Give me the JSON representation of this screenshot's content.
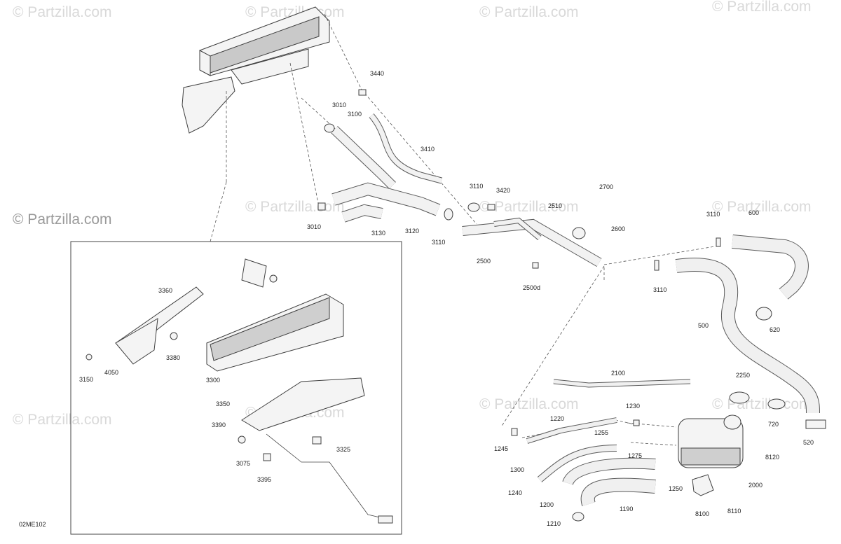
{
  "watermark": "© Partzilla.com",
  "diagram_code": "02ME102",
  "labels": [
    "3440",
    "3010",
    "3100",
    "3410",
    "3110",
    "3420",
    "2510",
    "2700",
    "2600",
    "3010",
    "3130",
    "3120",
    "3110",
    "2500",
    "2500d",
    "3110",
    "600",
    "3110",
    "500",
    "620",
    "2100",
    "2250",
    "1230",
    "1220",
    "1255",
    "1275",
    "1245",
    "1300",
    "1250",
    "2000",
    "8120",
    "720",
    "520",
    "1240",
    "1200",
    "1190",
    "8100",
    "8110",
    "1210",
    "3360",
    "3380",
    "3150",
    "4050",
    "3300",
    "3350",
    "3390",
    "3325",
    "3075",
    "3395"
  ]
}
